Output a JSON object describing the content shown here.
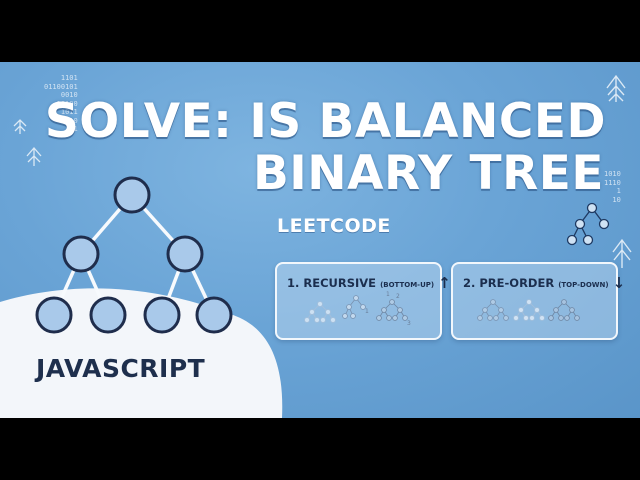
{
  "title_line1": "SOLVE: IS BALANCED",
  "title_line2": "BINARY TREE",
  "subtitle": "LEETCODE",
  "language": "JAVASCRIPT",
  "cards": [
    {
      "label": "1. RECURSIVE",
      "note": "(BOTTOM-UP)",
      "arrow": "↑"
    },
    {
      "label": "2. PRE-ORDER",
      "note": "(TOP-DOWN)",
      "arrow": "↓"
    }
  ],
  "mini_labels": [
    "1",
    "2",
    "1",
    "3"
  ],
  "binary_left": [
    "1101",
    "01100101",
    "0010",
    "10100",
    "1011",
    "10",
    "1"
  ],
  "binary_right": [
    "1010",
    "1110",
    "1",
    "10"
  ],
  "colors": {
    "background": "#6aa4d6",
    "snow": "#f3f6fa",
    "node_fill": "#a9c9ea",
    "node_stroke": "#1f2d4c",
    "text_dark": "#1e2f4d"
  },
  "icons": [
    "binary-tree-icon",
    "pine-tree-icon",
    "snowflake-icon",
    "arrow-up-icon",
    "arrow-down-icon"
  ]
}
